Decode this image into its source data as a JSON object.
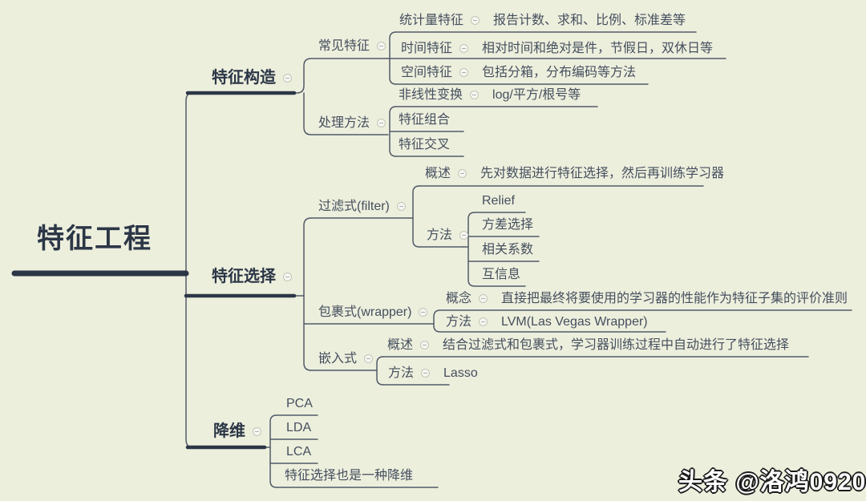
{
  "colors": {
    "background": "#edefdd",
    "main_line": "#2b3646",
    "sub_line": "#515b68",
    "node_text": "#454f5e",
    "watermark_fill": "#ffffff",
    "watermark_outline": "#1a1a1a"
  },
  "mindmap": {
    "root": {
      "label": "特征工程"
    },
    "construction": {
      "label": "特征构造",
      "common": {
        "label": "常见特征",
        "statistical": {
          "label": "统计量特征",
          "desc": "报告计数、求和、比例、标准差等"
        },
        "time": {
          "label": "时间特征",
          "desc": "相对时间和绝对是件，节假日，双休日等"
        },
        "spatial": {
          "label": "空间特征",
          "desc": "包括分箱，分布编码等方法"
        }
      },
      "processing": {
        "label": "处理方法",
        "nonlinear": {
          "label": "非线性变换",
          "desc": "log/平方/根号等"
        },
        "combine": {
          "label": "特征组合"
        },
        "cross": {
          "label": "特征交叉"
        }
      }
    },
    "selection": {
      "label": "特征选择",
      "filter": {
        "label": "过滤式(filter)",
        "overview": {
          "label": "概述",
          "desc": "先对数据进行特征选择，然后再训练学习器"
        },
        "method": {
          "label": "方法",
          "items": [
            "Relief",
            "方差选择",
            "相关系数",
            "互信息"
          ]
        }
      },
      "wrapper": {
        "label": "包裹式(wrapper)",
        "concept": {
          "label": "概念",
          "desc": "直接把最终将要使用的学习器的性能作为特征子集的评价准则"
        },
        "method": {
          "label": "方法",
          "desc": "LVM(Las Vegas Wrapper)"
        }
      },
      "embedded": {
        "label": "嵌入式",
        "overview": {
          "label": "概述",
          "desc": "结合过滤式和包裹式，学习器训练过程中自动进行了特征选择"
        },
        "method": {
          "label": "方法",
          "desc": "Lasso"
        }
      }
    },
    "reduction": {
      "label": "降维",
      "items": [
        "PCA",
        "LDA",
        "LCA",
        "特征选择也是一种降维"
      ]
    }
  },
  "watermark": {
    "text": "头条 @洛鸿0920"
  }
}
